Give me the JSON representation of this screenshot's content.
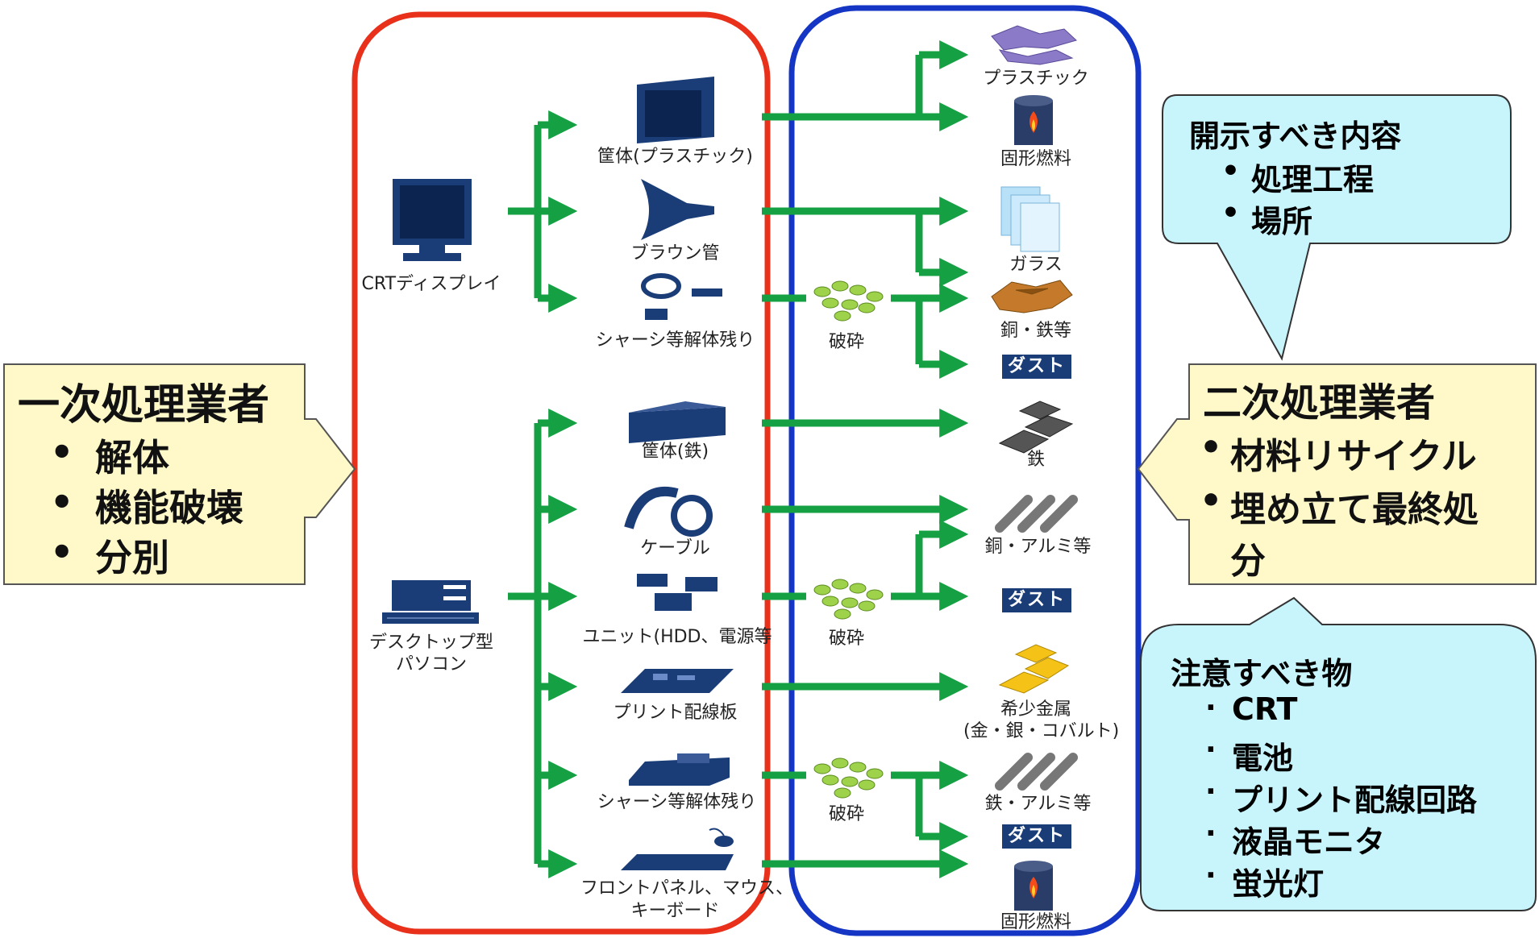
{
  "left_box": {
    "title": "一次処理業者",
    "items": [
      "解体",
      "機能破壊",
      "分別"
    ],
    "bullet": "•"
  },
  "right_box": {
    "title": "二次処理業者",
    "items": [
      "材料リサイクル",
      "埋め立て最終処",
      "分"
    ],
    "bullet": "•"
  },
  "top_callout": {
    "title": "開示すべき内容",
    "items": [
      "処理工程",
      "場所"
    ],
    "bullet": "•"
  },
  "bottom_callout": {
    "title": "注意すべき物",
    "items": [
      "CRT",
      "電池",
      "プリント配線回路",
      "液晶モニタ",
      "蛍光灯"
    ],
    "bullet": "·"
  },
  "sources": {
    "crt": "CRTディスプレイ",
    "desktop_line1": "デスクトップ型",
    "desktop_line2": "パソコン"
  },
  "components": {
    "c1": "筐体(プラスチック)",
    "c2": "ブラウン管",
    "c3": "シャーシ等解体残り",
    "c4": "筐体(鉄)",
    "c5": "ケーブル",
    "c6": "ユニット(HDD、電源等",
    "c7": "プリント配線板",
    "c8": "シャーシ等解体残り",
    "c9_line1": "フロントパネル、マウス、",
    "c9_line2": "キーボード"
  },
  "crush_label": "破砕",
  "outputs": {
    "o1": "プラスチック",
    "o2": "固形燃料",
    "o3": "ガラス",
    "o4": "銅・鉄等",
    "o5": "ダスト",
    "o6": "鉄",
    "o7": "銅・アルミ等",
    "o8": "ダスト",
    "o9_line1": "希少金属",
    "o9_line2": "(金・銀・コバルト)",
    "o10": "鉄・アルミ等",
    "o11": "ダスト",
    "o12": "固形燃料"
  },
  "colors": {
    "primary_frame": "#e8301b",
    "secondary_frame": "#1536c4",
    "flow_arrow": "#14a043",
    "box_fill": "#fff9c9",
    "callout_fill": "#c8f4fb",
    "dust_fill": "#1a3d78"
  }
}
